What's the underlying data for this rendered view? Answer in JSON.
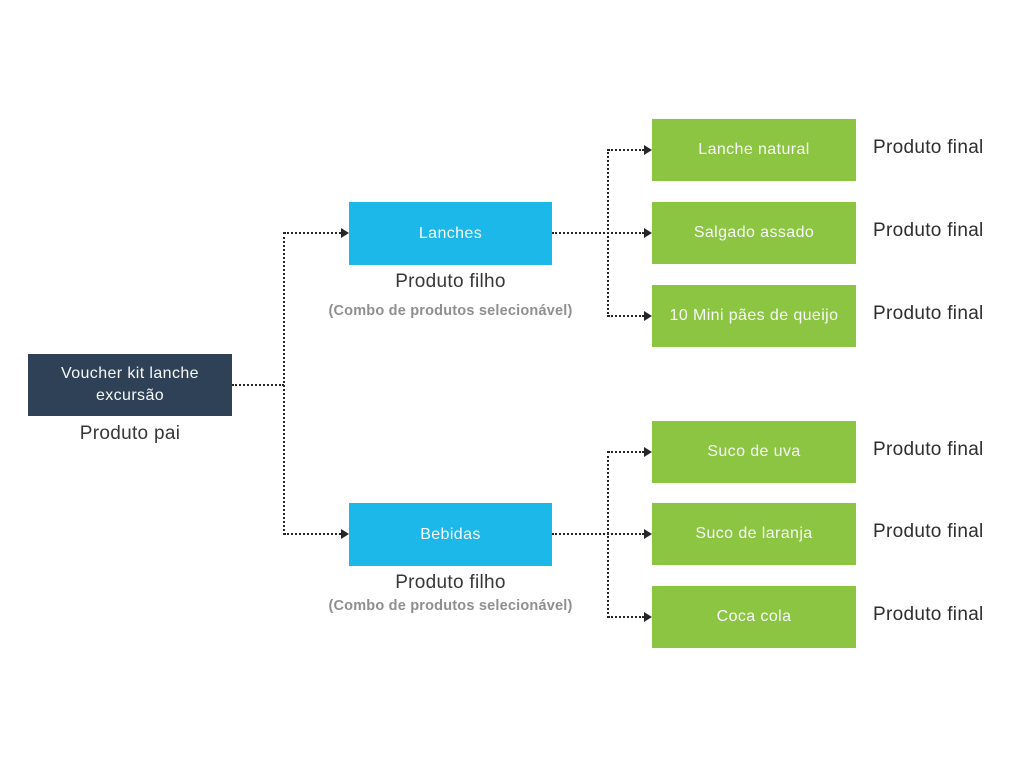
{
  "diagram": {
    "root": {
      "label": "Voucher kit lanche excursão",
      "caption": "Produto pai"
    },
    "children": [
      {
        "label": "Lanches",
        "caption": "Produto filho",
        "subcaption": "(Combo de produtos selecionável)",
        "products": [
          {
            "label": "Lanche natural",
            "caption": "Produto final"
          },
          {
            "label": "Salgado assado",
            "caption": "Produto final"
          },
          {
            "label": "10 Mini pães de queijo",
            "caption": "Produto final"
          }
        ]
      },
      {
        "label": "Bebidas",
        "caption": "Produto filho",
        "subcaption": "(Combo de produtos selecionável)",
        "products": [
          {
            "label": "Suco de uva",
            "caption": "Produto final"
          },
          {
            "label": "Suco de laranja",
            "caption": "Produto final"
          },
          {
            "label": "Coca cola",
            "caption": "Produto final"
          }
        ]
      }
    ],
    "colors": {
      "root_box": "#2e4156",
      "child_box": "#1cb8e9",
      "final_box": "#8cc542",
      "box_text": "#f7f8f7",
      "caption_text": "#373737",
      "subcaption_text": "#8f8f8f",
      "connector": "#262626",
      "background": "#ffffff"
    }
  }
}
